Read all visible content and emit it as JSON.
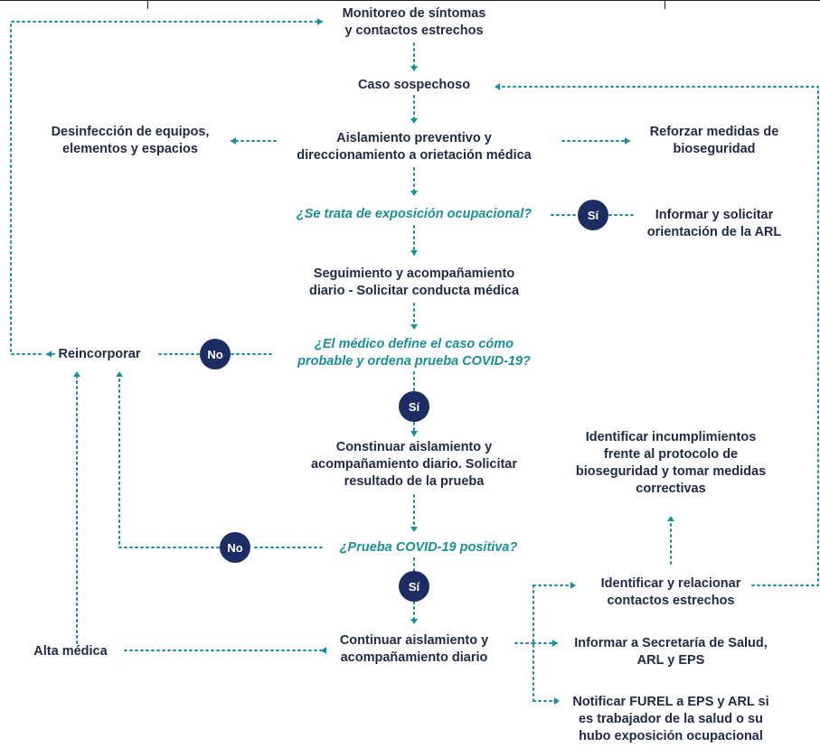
{
  "nodes": {
    "monitoreo": [
      "Monitoreo de síntomas",
      "y contactos estrechos"
    ],
    "caso": [
      "Caso sospechoso"
    ],
    "aislamiento": [
      "Aislamiento preventivo y",
      "direccionamiento a orietación médica"
    ],
    "desinfeccion": [
      "Desinfección de equipos,",
      "elementos y espacios"
    ],
    "reforzar": [
      "Reforzar medidas de",
      "bioseguridad"
    ],
    "q_exposicion": [
      "¿Se trata de exposición ocupacional?"
    ],
    "informar_arl": [
      "Informar y solicitar",
      "orientación de la ARL"
    ],
    "seguimiento": [
      "Seguimiento y acompañamiento",
      "diario - Solicitar conducta médica"
    ],
    "q_medico": [
      "¿El médico define el caso cómo",
      "probable y ordena prueba COVID-19?"
    ],
    "reincorporar": [
      "Reincorporar"
    ],
    "continuar_aislamiento": [
      "Constinuar aislamiento y",
      "acompañamiento diario. Solicitar",
      "resultado de la prueba"
    ],
    "q_prueba": [
      "¿Prueba COVID-19 positiva?"
    ],
    "continuar_diario": [
      "Continuar aislamiento y",
      "acompañamiento diario"
    ],
    "alta": [
      "Alta médica"
    ],
    "incumplimientos": [
      "Identificar incumplimientos",
      "frente al protocolo de",
      "bioseguridad y tomar medidas",
      "correctivas"
    ],
    "identificar_contactos": [
      "Identificar y relacionar",
      "contactos estrechos"
    ],
    "informar_secretaria": [
      "Informar a Secretaría de Salud,",
      "ARL y EPS"
    ],
    "notificar_furel": [
      "Notificar FUREL a EPS y ARL si",
      "es trabajador de la salud o su",
      "hubo exposición ocupacional"
    ]
  },
  "badges": {
    "si_exposicion": "Sí",
    "no_medico": "No",
    "si_medico": "Sí",
    "no_prueba": "No",
    "si_prueba": "Sí"
  },
  "colors": {
    "text": "#1f2a44",
    "question": "#1a8f9a",
    "connector": "#1a8f9a",
    "badge": "#1c2d63"
  }
}
